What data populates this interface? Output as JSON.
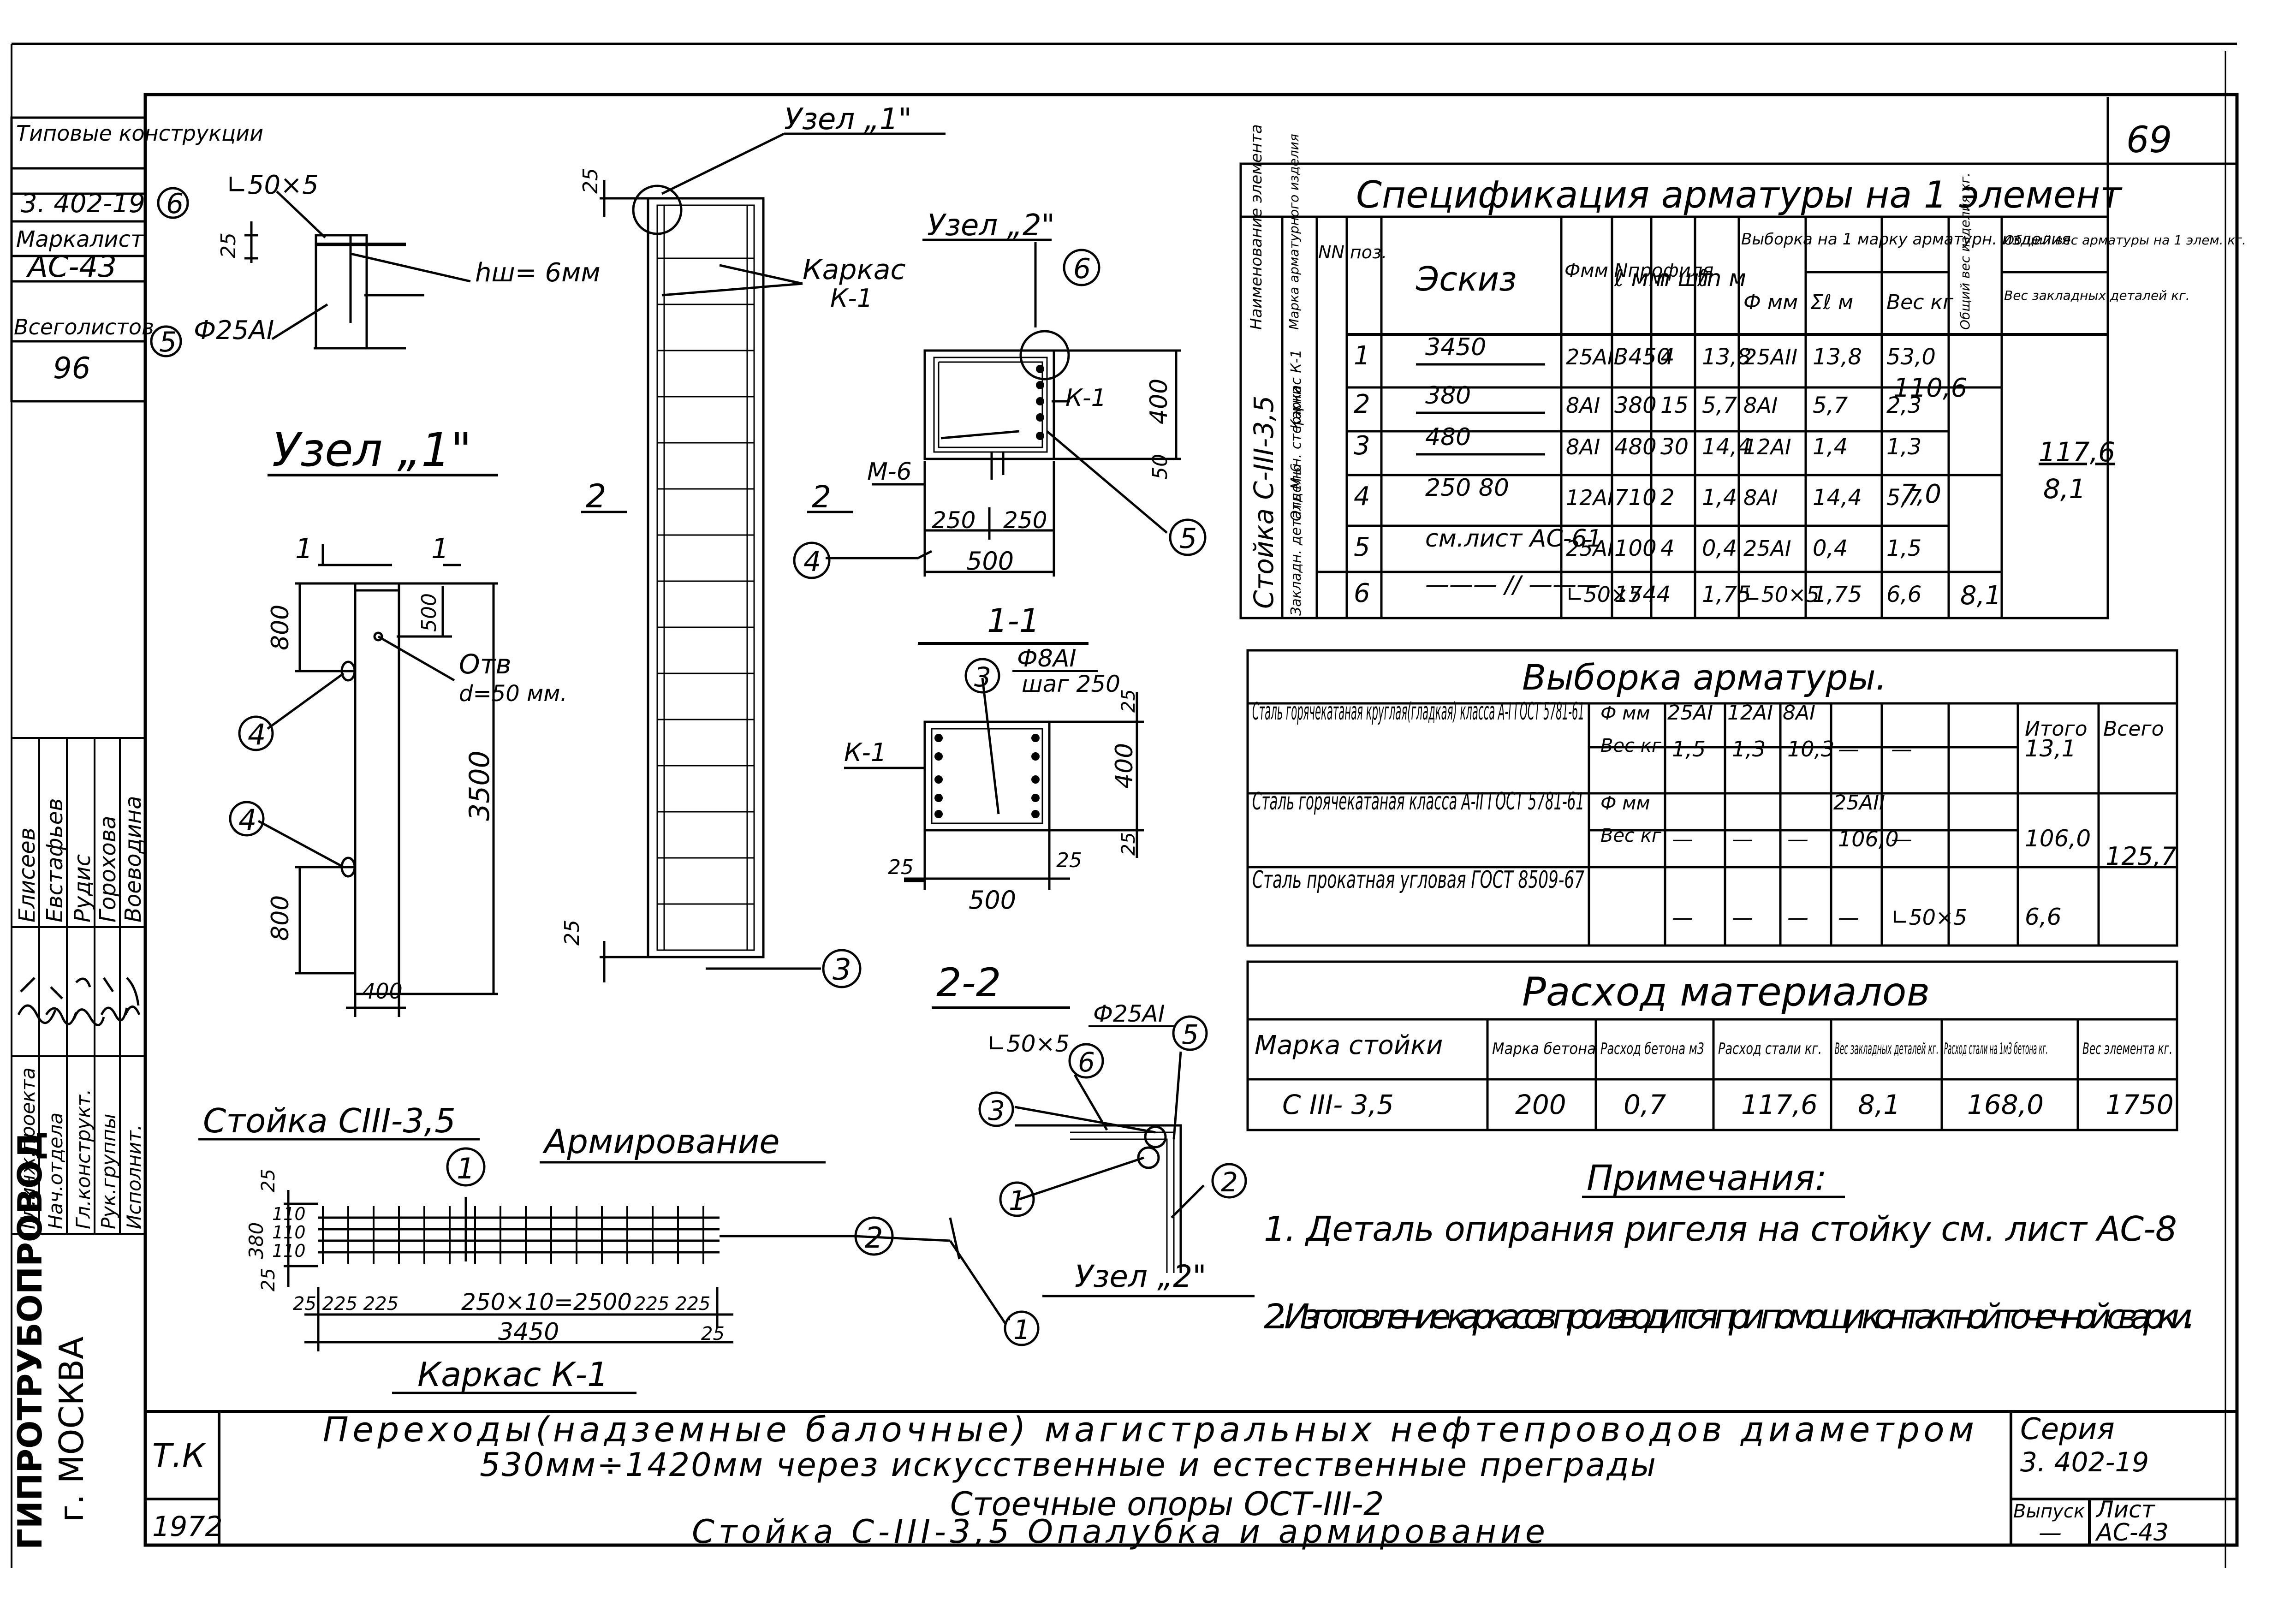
{
  "sheet_number": "69",
  "left_stamp": {
    "type_label": "Типовые конструкции",
    "series": "3. 402-19",
    "mark_label": "Маркалист",
    "mark": "АС-43",
    "total_label": "Всеголистов",
    "total": "96"
  },
  "signatures": {
    "roles": [
      "Гл.инж.проекта",
      "Нач.отдела",
      "Гл.конструкт.",
      "Рук.группы",
      "Исполнит."
    ],
    "names": [
      "Елисеев",
      "Евстафьев",
      "Рудис",
      "Горохова",
      "Воеводина"
    ]
  },
  "org": {
    "name": "ГИПРОТРУБОПРОВОД",
    "city": "г. МОСКВА"
  },
  "node1_detail": {
    "title": "Узел „1\"",
    "angle": "∟50×5",
    "bar": "Ф25АI",
    "weld": "hш= 6мм",
    "dim": "25",
    "callouts": [
      "6",
      "5"
    ]
  },
  "column_elev": {
    "title": "Узел „1\"",
    "section": "1",
    "hole": "Отв",
    "hole_d": "d=50 мм.",
    "dims": [
      "800",
      "500",
      "3500",
      "800",
      "400"
    ],
    "callouts": [
      "4",
      "4"
    ]
  },
  "cage_elev": {
    "node_label": "Узел „1\"",
    "karkas": "Каркас",
    "karkas_mark": "К-1",
    "num2": "2",
    "dims": [
      "25",
      "25"
    ],
    "callout": "3"
  },
  "node2_plan": {
    "title": "Узел „2\"",
    "num": "2",
    "labels": [
      "М-6",
      "К-1"
    ],
    "dims": [
      "400",
      "50",
      "250",
      "250",
      "500"
    ],
    "callouts": [
      "6",
      "4",
      "5"
    ]
  },
  "section_11": {
    "title": "1-1",
    "bar": "Ф8АI",
    "step": "шаг 250",
    "label": "К-1",
    "dims": [
      "25",
      "400",
      "25",
      "25",
      "25",
      "500"
    ],
    "callout": "3"
  },
  "section_22": {
    "title": "2-2",
    "bar": "Ф25АI",
    "angle": "∟50×5",
    "node": "Узел „2\"",
    "callouts": [
      "6",
      "5",
      "3",
      "1",
      "2",
      "1"
    ]
  },
  "cage_k1": {
    "column_label": "Стойка СIII-3,5",
    "reinf_label": "Армирование",
    "title": "Каркас К-1",
    "dims_v": [
      "25",
      "110",
      "110",
      "110",
      "25"
    ],
    "dim_v_total": "380",
    "dims_h_left": "25 225 225",
    "dims_h_mid": "250×10=2500",
    "dims_h_right": "225 225",
    "dim_total": "3450",
    "dim_end": "25",
    "callouts": [
      "1",
      "2"
    ]
  },
  "spec_table": {
    "title": "Спецификация арматуры на 1 элемент",
    "headers": {
      "name": "Наименование элемента",
      "part": "Марка арматурного изделия",
      "num": "NN поз.",
      "sketch": "Эскиз",
      "diam": "Фмм Nпрофиля",
      "len": "ℓ мм",
      "qty": "n шт",
      "total_len": "ℓn м",
      "sample": "Выборка на 1 марку арматурн. изделия",
      "s_diam": "Ф мм",
      "s_len": "Σℓ м",
      "s_w": "Вес кг",
      "total_w": "Общий вес изделия кг.",
      "total_elem": "Общий вес арматуры на 1 элем. кг.",
      "embed": "Вес закладных деталей кг."
    },
    "element_name": "Стойка С-III-3,5",
    "groups": [
      "Каркас К-1",
      "Отдельн. стержни",
      "Закладн. деталь М-6"
    ],
    "rows": [
      {
        "num": "1",
        "sketch": "3450",
        "diam": "25АII",
        "len": "3450",
        "qty": "4",
        "total": "13,8",
        "sd": "25АII",
        "sl": "13,8",
        "sw": "53,0"
      },
      {
        "num": "2",
        "sketch": "380",
        "diam": "8АI",
        "len": "380",
        "qty": "15",
        "total": "5,7",
        "sd": "8АI",
        "sl": "5,7",
        "sw": "2,3"
      },
      {
        "num": "3",
        "sketch": "480",
        "diam": "8АI",
        "len": "480",
        "qty": "30",
        "total": "14,4",
        "sd": "12АI",
        "sl": "1,4",
        "sw": "1,3"
      },
      {
        "num": "4",
        "sketch": "250 80",
        "diam": "12АI",
        "len": "710",
        "qty": "2",
        "total": "1,4",
        "sd": "8АI",
        "sl": "14,4",
        "sw": "5,7"
      },
      {
        "num": "5",
        "sketch": "см.лист АС-61",
        "diam": "25АI",
        "len": "100",
        "qty": "4",
        "total": "0,4",
        "sd": "25АI",
        "sl": "0,4",
        "sw": "1,5"
      },
      {
        "num": "6",
        "sketch": "——— // ———",
        "diam": "∟50×5",
        "len": "1744",
        "qty": "",
        "total": "1,75",
        "sd": "∟50×5",
        "sl": "1,75",
        "sw": "6,6"
      }
    ],
    "group_weights": [
      "110,6",
      "7,0",
      "8,1"
    ],
    "totals": [
      "117,6",
      "8,1"
    ]
  },
  "sampling": {
    "title": "Выборка арматуры.",
    "rows": [
      {
        "name": "Сталь горячекатаная круглая(гладкая) класса А-I ГОСТ 5781-61",
        "u1": "Ф мм",
        "u2": "Вес кг",
        "h": [
          "25АI",
          "12АI",
          "8АI",
          "",
          ""
        ],
        "v": [
          "1,5",
          "1,3",
          "10,3",
          "—",
          "—"
        ],
        "total": "13,1"
      },
      {
        "name": "Сталь горячекатаная класса А-II ГОСТ 5781-61",
        "u1": "Ф мм",
        "u2": "Вес кг",
        "h": [
          "",
          "",
          "",
          "25АII",
          ""
        ],
        "v": [
          "—",
          "—",
          "—",
          "106,0",
          "—"
        ],
        "total": "106,0"
      },
      {
        "name": "Сталь прокатная угловая ГОСТ 8509-67",
        "u1": "",
        "u2": "",
        "h": [
          "",
          "",
          "",
          "",
          ""
        ],
        "v": [
          "—",
          "—",
          "—",
          "—",
          "∟50×5"
        ],
        "total": "6,6"
      }
    ],
    "total_h": "Итого",
    "grand_h": "Всего",
    "grand": "125,7"
  },
  "materials": {
    "title": "Расход материалов",
    "headers": [
      "Марка стойки",
      "Марка бетона",
      "Расход бетона м3",
      "Расход стали кг.",
      "Вес закладных деталей кг.",
      "Расход стали на 1м3 бетона кг.",
      "Вес элемента кг."
    ],
    "values": [
      "С III- 3,5",
      "200",
      "0,7",
      "117,6",
      "8,1",
      "168,0",
      "1750"
    ]
  },
  "notes": {
    "title": "Примечания:",
    "items": [
      "1. Деталь опирания ригеля на стойку см. лист АС-8",
      "2. Изготовление каркасов производится при помощи контактной точечной сварки."
    ]
  },
  "title_block": {
    "tk": "Т.К",
    "year": "1972",
    "line1": "Переходы(надземные балочные) магистральных нефтепроводов диаметром",
    "line2": "530мм÷1420мм через искусственные и естественные преграды",
    "line3": "Стоечные опоры ОСТ-III-2",
    "line4": "Стойка С-III-3,5   Опалубка и армирование",
    "series_label": "Серия",
    "series": "3. 402-19",
    "issue_label": "Выпуск",
    "sheet_label": "Лист",
    "issue": "—",
    "sheet": "АС-43"
  }
}
